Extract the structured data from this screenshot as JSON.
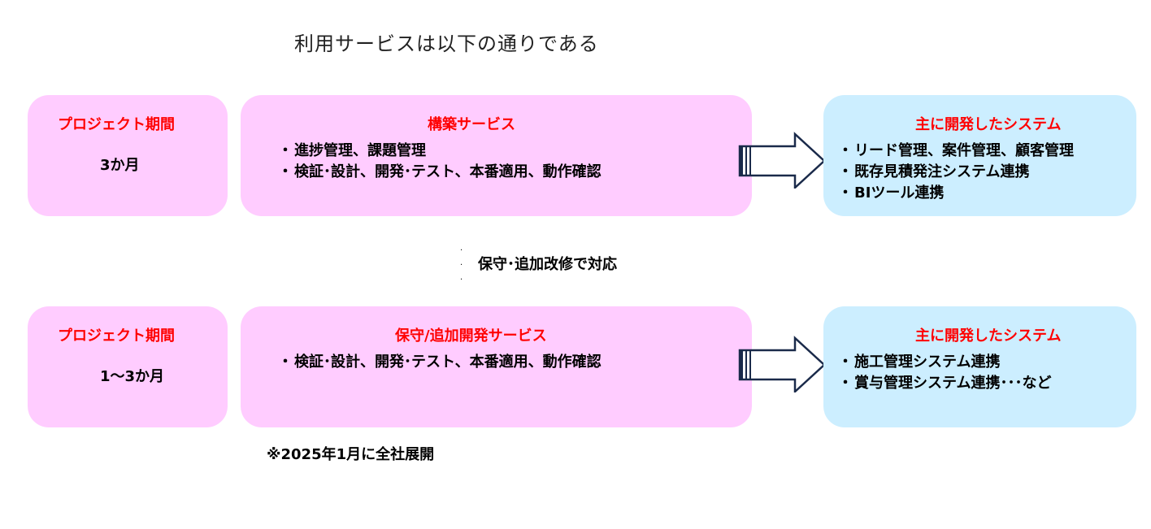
{
  "title": "利用サービスは以下の通りである",
  "colors": {
    "heading": "#ff0000",
    "pink_box": "#ffccff",
    "blue_box": "#cceeff",
    "arrow_stroke": "#1a2a4a"
  },
  "rows": [
    {
      "period": {
        "heading": "プロジェクト期間",
        "value": "3か月"
      },
      "service": {
        "heading": "構築サービス",
        "items": [
          "進捗管理、課題管理",
          "検証･設計、開発･テスト、本番適用、動作確認"
        ]
      },
      "arrow_icon": "right-arrow-icon",
      "systems": {
        "heading": "主に開発したシステム",
        "items": [
          "リード管理、案件管理、顧客管理",
          "既存見積発注システム連携",
          "BIツール連携"
        ]
      }
    },
    {
      "period": {
        "heading": "プロジェクト期間",
        "value": "1～3か月"
      },
      "service": {
        "heading": "保守/追加開発サービス",
        "items": [
          "検証･設計、開発･テスト、本番適用、動作確認"
        ]
      },
      "arrow_icon": "right-arrow-icon",
      "systems": {
        "heading": "主に開発したシステム",
        "items": [
          "施工管理システム連携",
          "賞与管理システム連携･･･など"
        ]
      }
    }
  ],
  "middle": {
    "bullet": "・",
    "text": "保守･追加改修で対応"
  },
  "note": "※2025年1月に全社展開",
  "bullet": "・"
}
